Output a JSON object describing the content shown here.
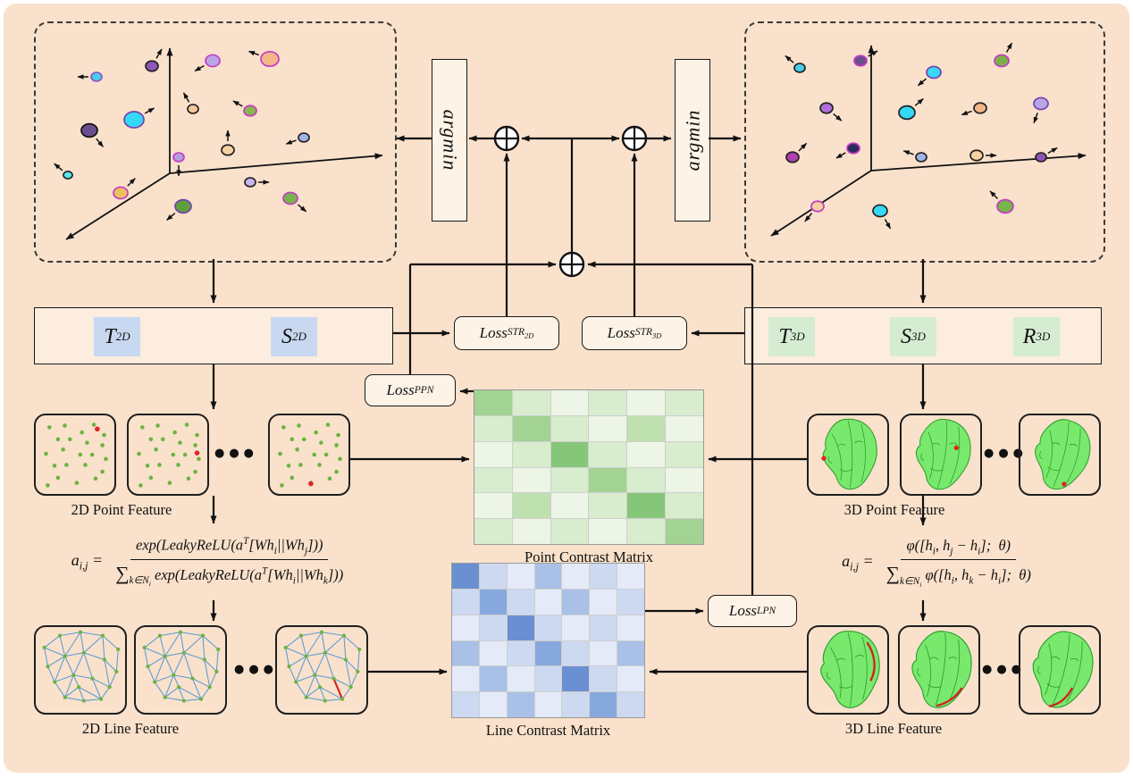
{
  "colors": {
    "background": "#f9e1cb",
    "panel_fill": "#fdf3e7",
    "block_blue": "#c8d8f0",
    "block_green": "#d5ecd3",
    "arrow": "#111111",
    "point_matrix_shades": [
      "#edf5e6",
      "#d8ecce",
      "#bfe0af",
      "#a2d392",
      "#86c679"
    ],
    "line_matrix_shades": [
      "#e4eaf8",
      "#ccd9f0",
      "#a9c1e7",
      "#87a8dd",
      "#6a90d2"
    ]
  },
  "argmin_left": "argmin",
  "argmin_right": "argmin",
  "blocks": {
    "t2d": {
      "base": "T",
      "sub": "2D"
    },
    "s2d": {
      "base": "S",
      "sub": "2D"
    },
    "t3d": {
      "base": "T",
      "sub": "3D"
    },
    "s3d": {
      "base": "S",
      "sub": "3D"
    },
    "r3d": {
      "base": "R",
      "sub": "3D"
    }
  },
  "losses": {
    "str2d": {
      "base": "Loss",
      "sub_html": "STR<sub>2D</sub>"
    },
    "str3d": {
      "base": "Loss",
      "sub_html": "STR<sub>3D</sub>"
    },
    "ppn": {
      "base": "Loss",
      "sub": "PPN"
    },
    "lpn": {
      "base": "Loss",
      "sub": "LPN"
    }
  },
  "captions": {
    "point_2d": "2D Point Feature",
    "point_3d": "3D Point Feature",
    "line_2d": "2D Line Feature",
    "line_3d": "3D Line Feature",
    "point_matrix": "Point Contrast Matrix",
    "line_matrix": "Line Contrast Matrix"
  },
  "formulas": {
    "attention_2d": {
      "lhs_html": "a<sub>i,j</sub> =",
      "num_html": "exp(LeakyReLU(a<sup>T</sup>[Wh<sub>i</sub>||Wh<sub>j</sub>]))",
      "den_html": "<span class=\"sum\">∑</span><sub>k∈N<sub>i</sub></sub> exp(LeakyReLU(a<sup>T</sup>[Wh<sub>i</sub>||Wh<sub>k</sub>]))"
    },
    "attention_3d": {
      "lhs_html": "a<sub>i,j</sub> =",
      "num_html": "φ([h<sub>i</sub>, h<sub>j</sub> − h<sub>i</sub>];&nbsp; θ)",
      "den_html": "<span class=\"sum\">∑</span><sub>k∈N<sub>i</sub></sub> φ([h<sub>i</sub>, h<sub>k</sub> − h<sub>i</sub>];&nbsp; θ)"
    }
  },
  "ellipsis": "●●●",
  "matrices": {
    "point": [
      [
        3,
        1,
        0,
        1,
        0,
        1
      ],
      [
        1,
        3,
        1,
        0,
        2,
        0
      ],
      [
        0,
        1,
        4,
        1,
        0,
        1
      ],
      [
        1,
        0,
        1,
        3,
        1,
        0
      ],
      [
        0,
        2,
        0,
        1,
        4,
        1
      ],
      [
        1,
        0,
        1,
        0,
        1,
        3
      ]
    ],
    "line": [
      [
        4,
        1,
        0,
        2,
        0,
        1,
        0
      ],
      [
        1,
        3,
        1,
        0,
        2,
        0,
        1
      ],
      [
        0,
        1,
        4,
        1,
        0,
        1,
        0
      ],
      [
        2,
        0,
        1,
        3,
        1,
        0,
        2
      ],
      [
        0,
        2,
        0,
        1,
        4,
        1,
        0
      ],
      [
        1,
        0,
        2,
        0,
        1,
        3,
        1
      ]
    ]
  }
}
